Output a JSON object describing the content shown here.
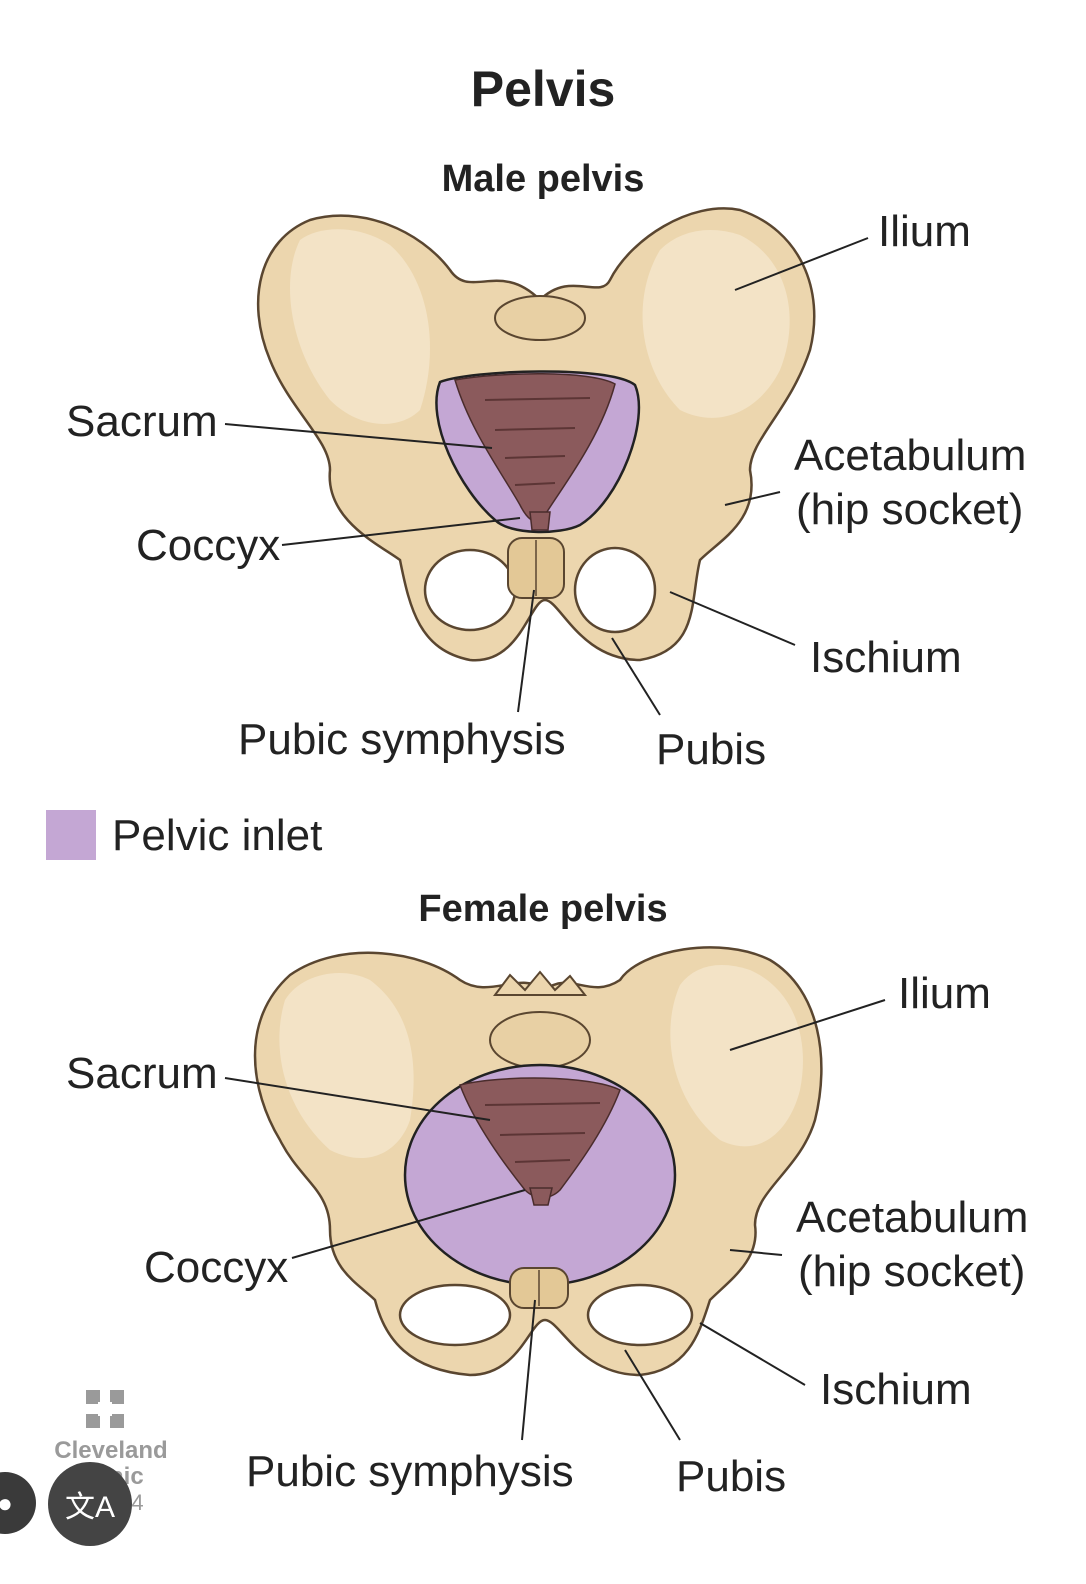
{
  "title": "Pelvis",
  "male": {
    "heading": "Male pelvis",
    "labels": {
      "ilium": "Ilium",
      "sacrum": "Sacrum",
      "coccyx": "Coccyx",
      "acetabulum_line1": "Acetabulum",
      "acetabulum_line2": "(hip socket)",
      "ischium": "Ischium",
      "pubic_symphysis": "Pubic symphysis",
      "pubis": "Pubis"
    }
  },
  "legend": {
    "label": "Pelvic inlet",
    "color": "#c4a7d4"
  },
  "female": {
    "heading": "Female pelvis",
    "labels": {
      "ilium": "Ilium",
      "sacrum": "Sacrum",
      "coccyx": "Coccyx",
      "acetabulum_line1": "Acetabulum",
      "acetabulum_line2": "(hip socket)",
      "ischium": "Ischium",
      "pubic_symphysis": "Pubic symphysis",
      "pubis": "Pubis"
    }
  },
  "logo": {
    "line1": "Cleveland",
    "line2": "Clinic",
    "copyright": "©2024"
  },
  "colors": {
    "bone": "#ecd6ae",
    "bone_shade": "#d9bd8c",
    "sacrum": "#8b5a5c",
    "inlet": "#c4a7d4",
    "outline": "#5a4630"
  },
  "overlay": {
    "translate_glyph": "文A",
    "left_glyph": "●"
  }
}
